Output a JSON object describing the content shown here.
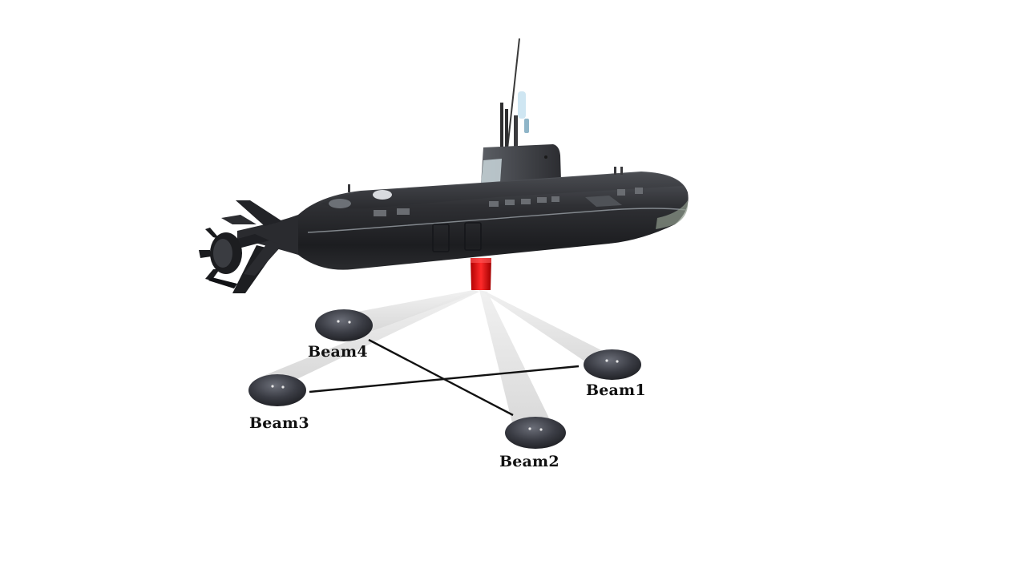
{
  "diagram": {
    "beams": [
      {
        "label": "Beam1"
      },
      {
        "label": "Beam2"
      },
      {
        "label": "Beam3"
      },
      {
        "label": "Beam4"
      }
    ],
    "colors": {
      "hull": "#2b2b2e",
      "transducer": "#e01010",
      "beam_cone": "#d8d8d8",
      "footprint": "#3a3c44",
      "connector_line": "#111111",
      "label_text": "#111111"
    }
  }
}
